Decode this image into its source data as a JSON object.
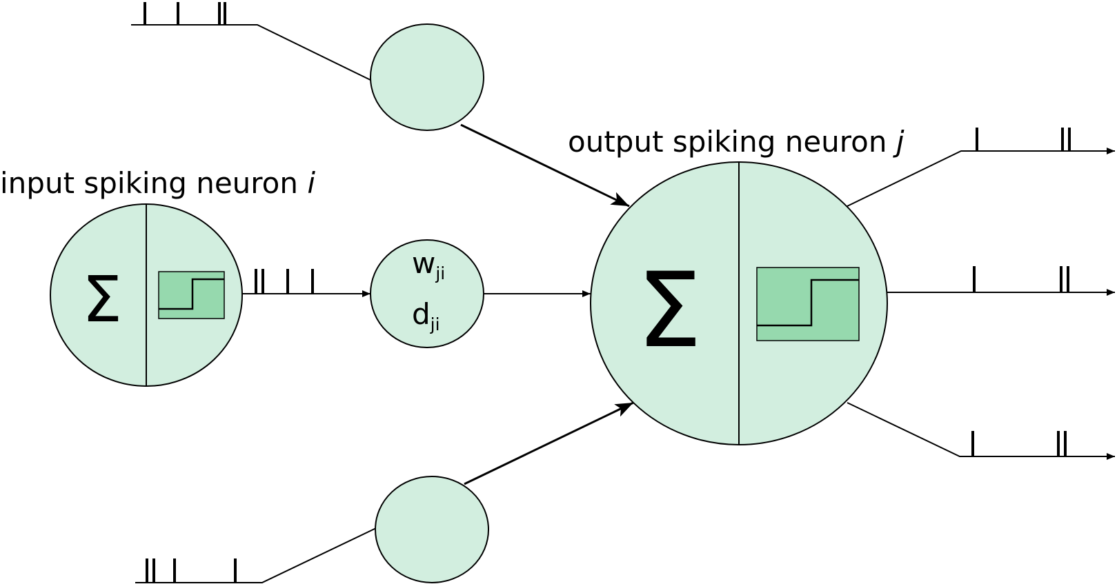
{
  "labels": {
    "input_neuron_text": "input spiking neuron ",
    "input_neuron_index": "i",
    "output_neuron_text": "output spiking neuron ",
    "output_neuron_index": "j"
  },
  "symbols": {
    "sum": "Σ",
    "weight_base": "w",
    "weight_sub": "ji",
    "delay_base": "d",
    "delay_sub": "ji"
  },
  "colors": {
    "neuron_fill": "#d2eedf",
    "activation_box_fill": "#96d9ae",
    "stroke": "#000000"
  }
}
